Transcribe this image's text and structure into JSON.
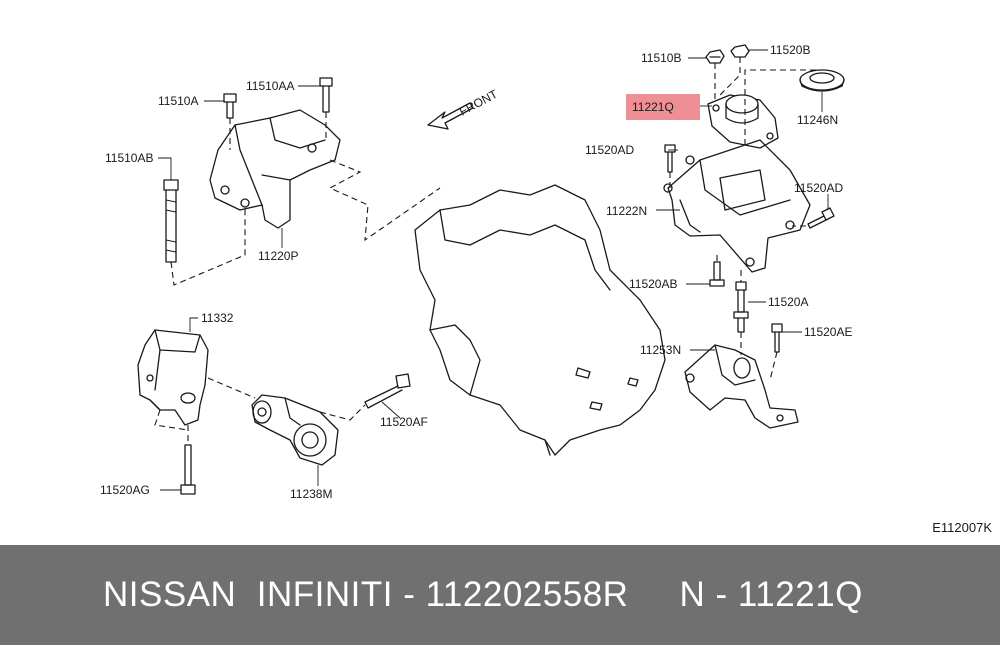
{
  "diagram": {
    "front_label": "FRONT",
    "highlight_color": "#ee8f95",
    "part_labels": [
      {
        "id": "11510B",
        "text": "11510B"
      },
      {
        "id": "11520B",
        "text": "11520B"
      },
      {
        "id": "11221Q",
        "text": "11221Q"
      },
      {
        "id": "11246N",
        "text": "11246N"
      },
      {
        "id": "11520AD_top",
        "text": "11520AD"
      },
      {
        "id": "11520AD_right",
        "text": "11520AD"
      },
      {
        "id": "11222N",
        "text": "11222N"
      },
      {
        "id": "11520AB",
        "text": "11520AB"
      },
      {
        "id": "11520A",
        "text": "11520A"
      },
      {
        "id": "11520AE",
        "text": "11520AE"
      },
      {
        "id": "11253N",
        "text": "11253N"
      },
      {
        "id": "11510A",
        "text": "11510A"
      },
      {
        "id": "11510AA",
        "text": "11510AA"
      },
      {
        "id": "11510AB",
        "text": "11510AB"
      },
      {
        "id": "11220P",
        "text": "11220P"
      },
      {
        "id": "11332",
        "text": "11332"
      },
      {
        "id": "11520AF",
        "text": "11520AF"
      },
      {
        "id": "11520AG",
        "text": "11520AG"
      },
      {
        "id": "11238M",
        "text": "11238M"
      }
    ],
    "reference_code": "E112007K"
  },
  "footer": {
    "text": "NISSAN  INFINITI - 112202558R     N - 11221Q",
    "background": "#707070"
  }
}
